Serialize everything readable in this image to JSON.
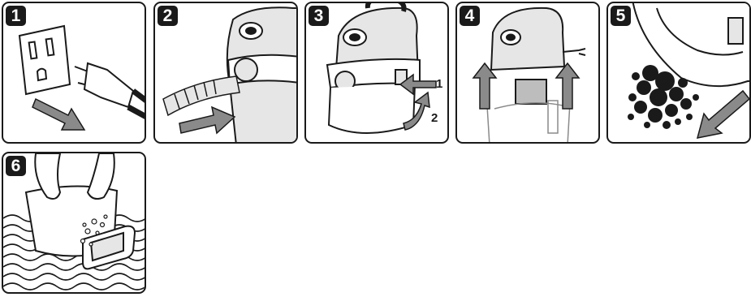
{
  "steps": [
    {
      "number": "1",
      "graphic": "unplug-cord-from-outlet"
    },
    {
      "number": "2",
      "graphic": "remove-hose-from-inlet"
    },
    {
      "number": "3",
      "graphic": "unlatch-and-lift-powerhead",
      "callouts": [
        "1",
        "2"
      ]
    },
    {
      "number": "4",
      "graphic": "lift-powerhead-off-tank"
    },
    {
      "number": "5",
      "graphic": "empty-debris-from-tank"
    },
    {
      "number": "6",
      "graphic": "wash-filter-in-water"
    }
  ],
  "colors": {
    "ink": "#1a1a1a",
    "arrow": "#8a8a8a",
    "shade": "#d9d9d9"
  }
}
